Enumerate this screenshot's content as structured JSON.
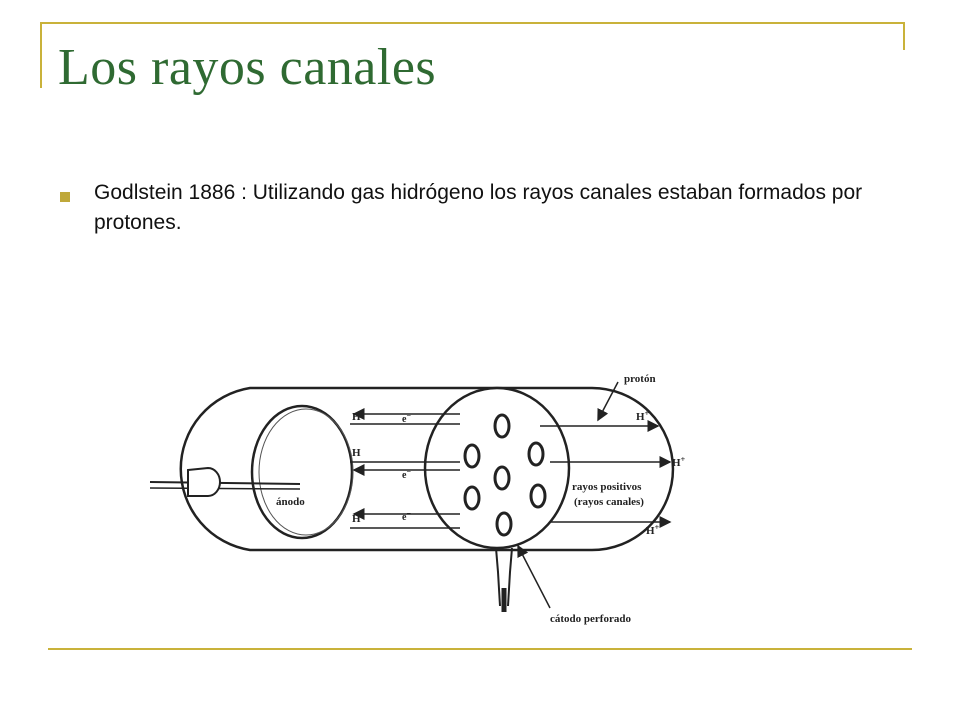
{
  "slide": {
    "title": "Los rayos canales",
    "bullets": [
      "Godlstein 1886 : Utilizando gas hidrógeno los rayos canales estaban formados por protones."
    ],
    "colors": {
      "title": "#2f6a32",
      "accent": "#c9b23a"
    }
  },
  "diagram": {
    "labels": {
      "proton": "protón",
      "anode": "ánodo",
      "positive_rays_line1": "rayos positivos",
      "positive_rays_line2": "(rayos canales)",
      "cathode": "cátodo perforado",
      "h": "H",
      "e": "e",
      "e_sup": "−",
      "hplus": "H",
      "hplus_sup": "+"
    }
  }
}
